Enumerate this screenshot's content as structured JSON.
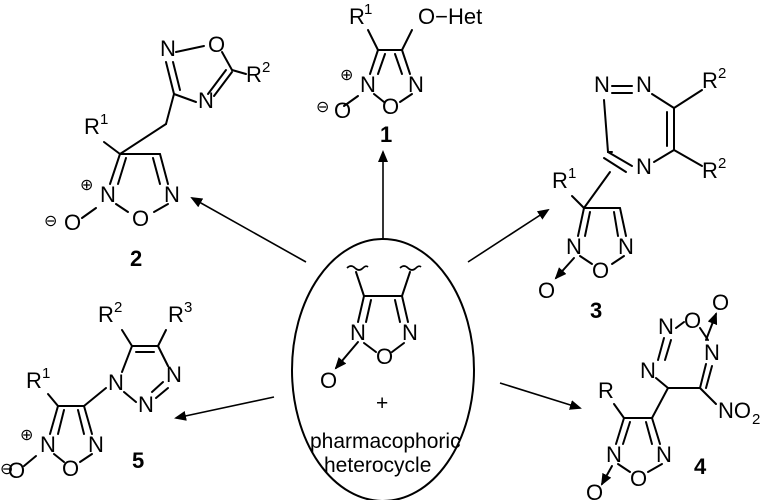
{
  "compounds": {
    "c1": {
      "number": "1",
      "het_label": "O−Het",
      "r1": "R",
      "r1_sup": "1"
    },
    "c2": {
      "number": "2",
      "r1": "R",
      "r1_sup": "1",
      "r2": "R",
      "r2_sup": "2"
    },
    "c3": {
      "number": "3",
      "r1": "R",
      "r1_sup": "1",
      "r2a": "R",
      "r2a_sup": "2",
      "r2b": "R",
      "r2b_sup": "2"
    },
    "c4": {
      "number": "4",
      "r": "R",
      "nitro": "NO",
      "nitro_sub": "2"
    },
    "c5": {
      "number": "5",
      "r1": "R",
      "r1_sup": "1",
      "r2": "R",
      "r2_sup": "2",
      "r3": "R",
      "r3_sup": "3"
    }
  },
  "center": {
    "plus": "+",
    "line1": "pharmacophoric",
    "line2": "heterocycle"
  },
  "atoms": {
    "N": "N",
    "O": "O"
  },
  "charges": {
    "plus": "⊕",
    "minus": "⊖"
  }
}
